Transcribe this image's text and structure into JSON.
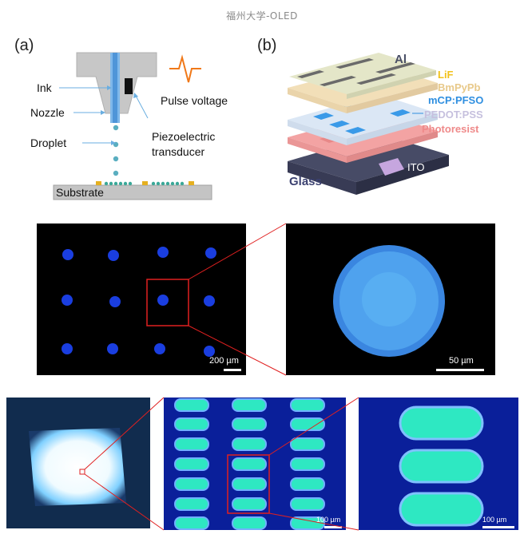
{
  "header": {
    "text": "福州大学-OLED"
  },
  "panel_a": {
    "label": "(a)",
    "ink": "Ink",
    "nozzle": "Nozzle",
    "droplet": "Droplet",
    "pulse_voltage": "Pulse voltage",
    "piezo_line1": "Piezoelectric",
    "piezo_line2": "transducer",
    "substrate": "Substrate"
  },
  "panel_b": {
    "label": "(b)",
    "al": "Al",
    "glass": "Glass",
    "ito": "ITO",
    "legend": [
      {
        "text": "LiF",
        "color": "#f2c21b"
      },
      {
        "text": "BmPyPb",
        "color": "#e8c98a"
      },
      {
        "text": "mCP:PFSO",
        "color": "#2f8fe0"
      },
      {
        "text": "PEDOT:PSS",
        "color": "#c6c0de"
      },
      {
        "text": "Photoresist",
        "color": "#ef8a8a"
      }
    ]
  },
  "micrographs": {
    "dots_scale": "200 µm",
    "single_scale": "50 µm",
    "pixels_scale": "100 µm",
    "pixels_zoom_scale": "100 µm"
  },
  "colors": {
    "dot_blue": "#1a3ee0",
    "emit_cyan": "#2ee8c2",
    "zoom_red": "#e02020"
  }
}
